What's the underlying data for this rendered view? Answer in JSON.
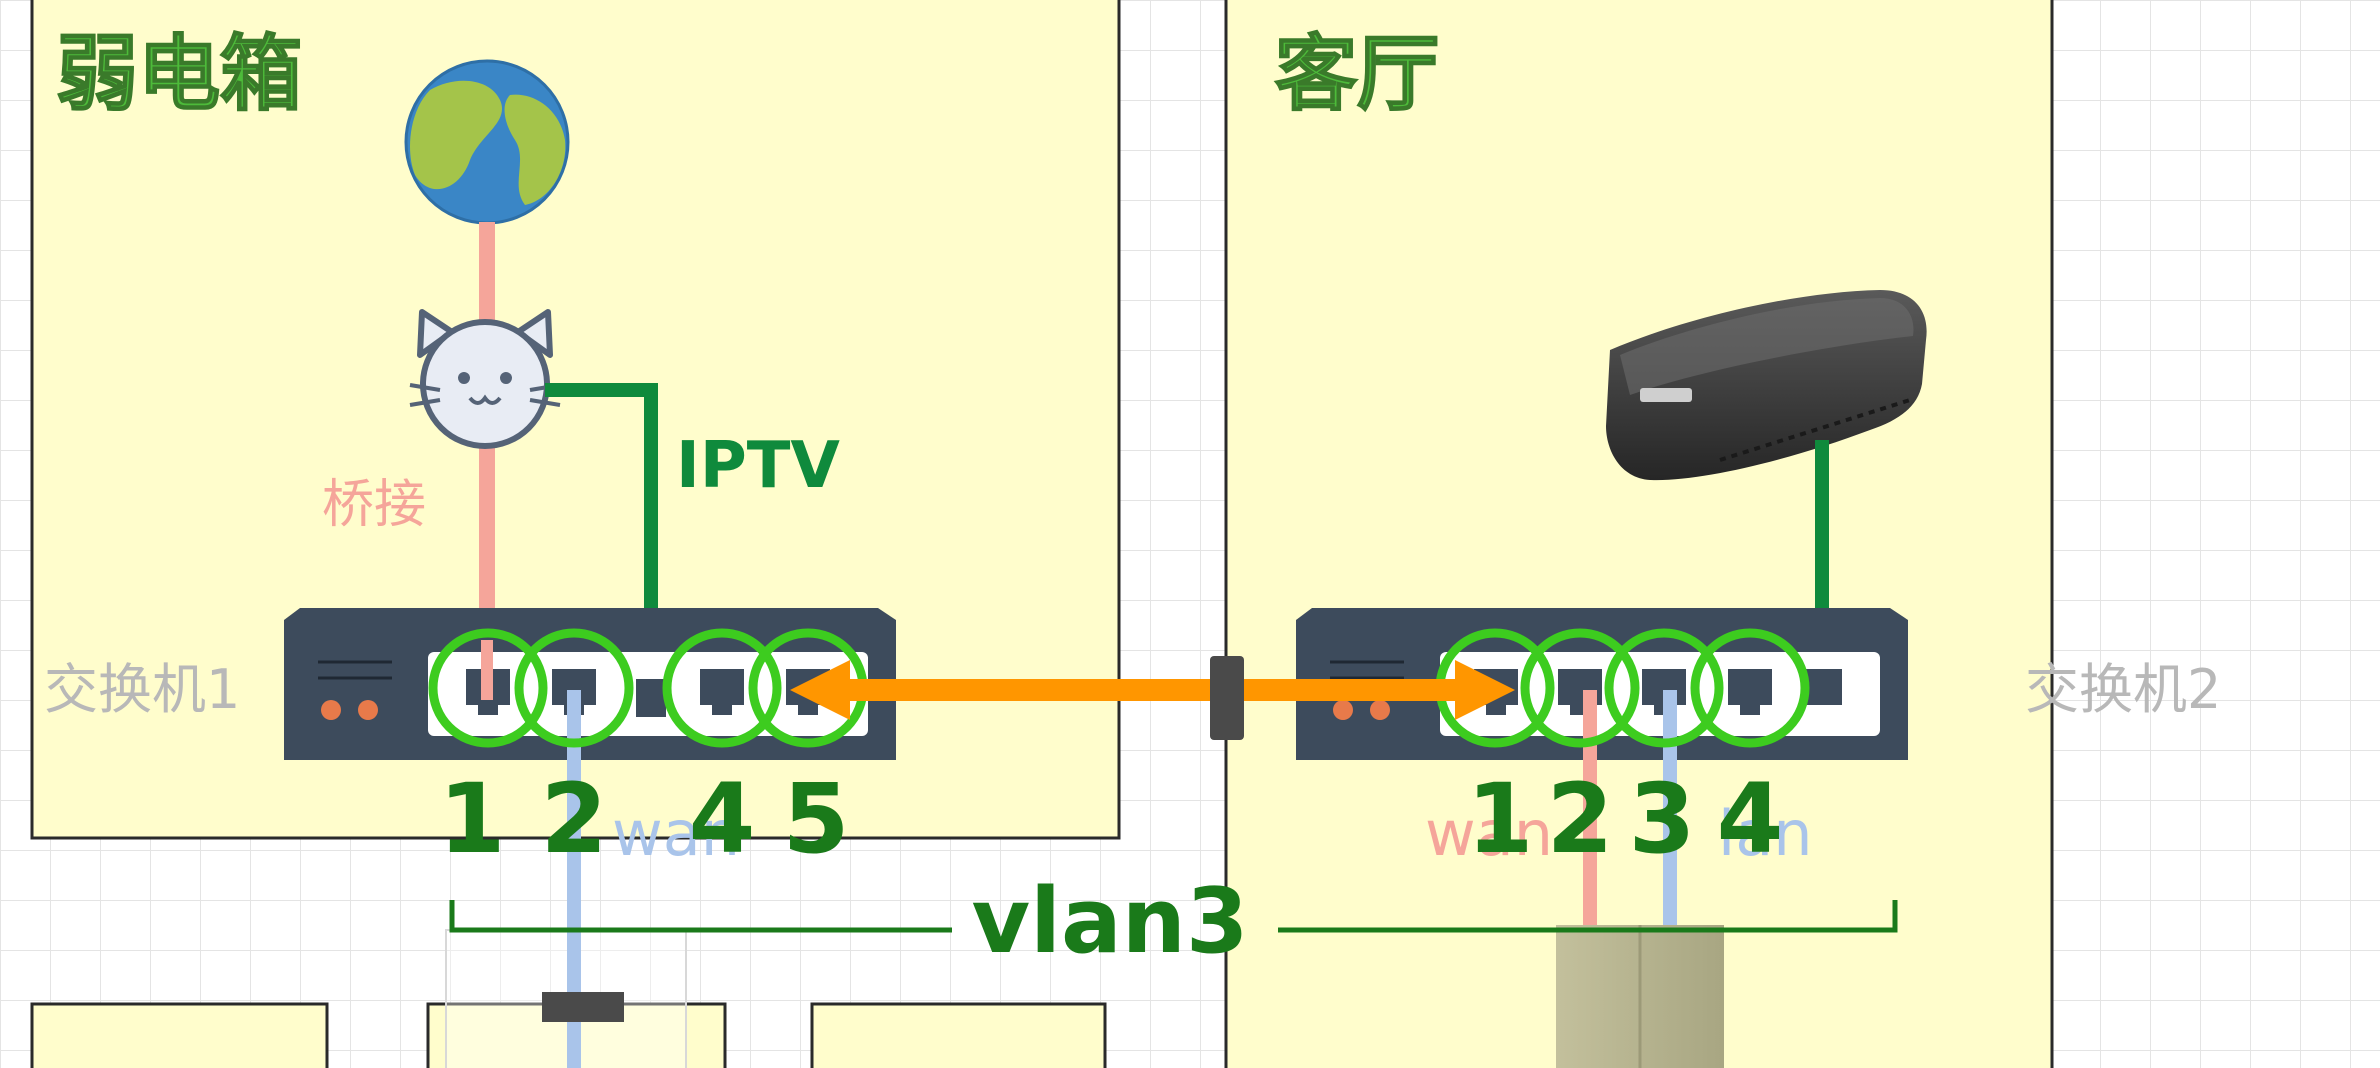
{
  "rooms": {
    "left": {
      "title": "弱电箱"
    },
    "right": {
      "title": "客厅"
    }
  },
  "labels": {
    "bridge": "桥接",
    "iptv": "IPTV",
    "switch1": "交换机1",
    "switch2": "交换机2",
    "vlan": "vlan3",
    "wan_left": "wan",
    "wan_right": "wan",
    "lan_right": "lan"
  },
  "switch1": {
    "port_numbers": [
      "1",
      "2",
      "4",
      "5"
    ]
  },
  "switch2": {
    "port_numbers": [
      "1",
      "2",
      "3",
      "4"
    ]
  },
  "colors": {
    "room_fill": "#fffdcc",
    "title_green": "#4dbb3a",
    "iptv_green": "#0f8a3c",
    "number_green": "#1a7a1a",
    "bridge_pink": "#f5a59a",
    "wan_blue": "#a9c4ea",
    "orange_arrow": "#ff9600",
    "switch_body": "#3d4b5c",
    "gray_label": "#b8b8b8",
    "circle_green": "#3dcc1f"
  },
  "icons": {
    "internet": "globe-icon",
    "modem": "cat-modem-icon",
    "tv_box": "set-top-box-icon"
  }
}
